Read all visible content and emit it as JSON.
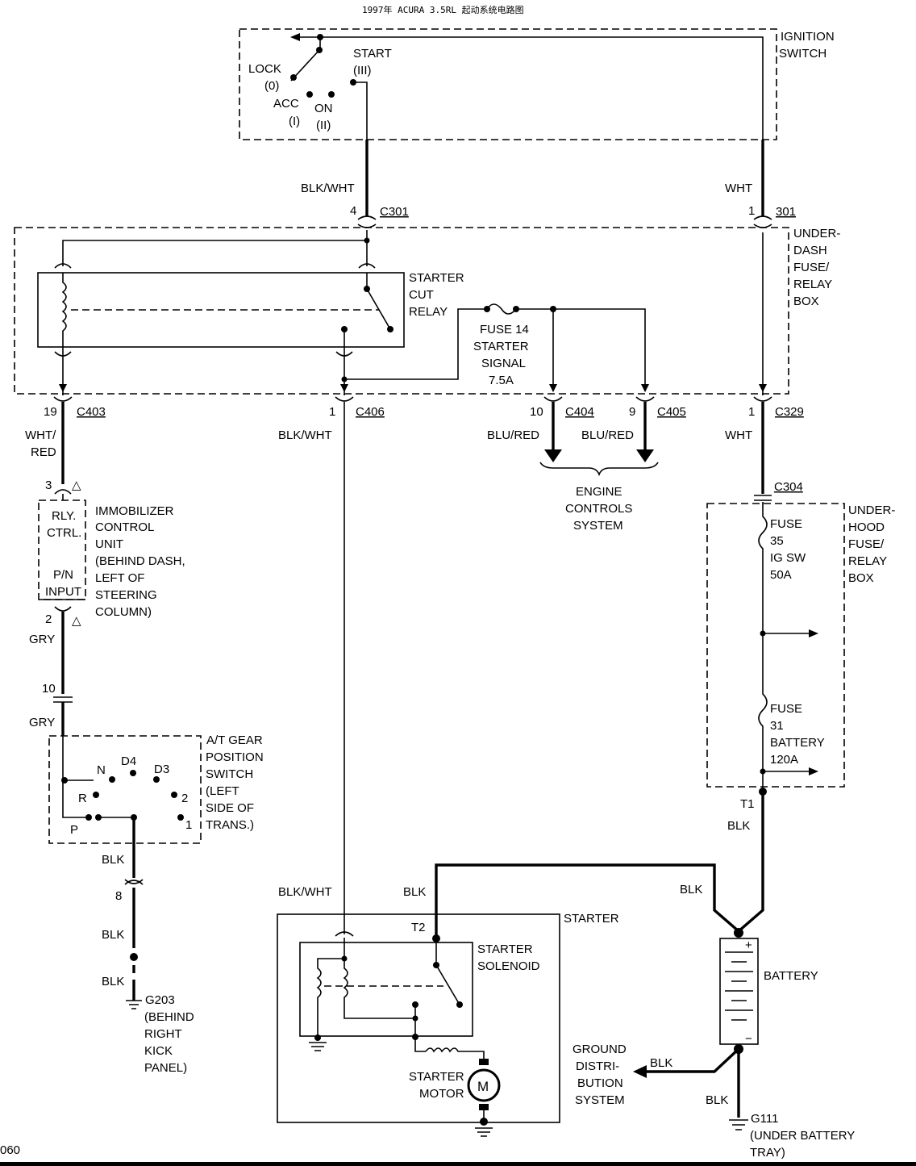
{
  "title": "1997年 ACURA 3.5RL 起动系统电路图",
  "figure_number": "060",
  "ignition_switch": {
    "label_line1": "IGNITION",
    "label_line2": "SWITCH",
    "start_line1": "START",
    "start_line2": "(III)",
    "lock_line1": "LOCK",
    "lock_line2": "(0)",
    "acc_line1": "ACC",
    "acc_line2": "(I)",
    "on_line1": "ON",
    "on_line2": "(II)"
  },
  "top_wires": {
    "left_color": "BLK/WHT",
    "left_pin": "4",
    "left_connector": "C301",
    "right_color": "WHT",
    "right_pin": "1",
    "right_connector": "301"
  },
  "underdash_box": {
    "line1": "UNDER-",
    "line2": "DASH",
    "line3": "FUSE/",
    "line4": "RELAY",
    "line5": "BOX",
    "relay_line1": "STARTER",
    "relay_line2": "CUT",
    "relay_line3": "RELAY",
    "fuse_line1": "FUSE 14",
    "fuse_line2": "STARTER",
    "fuse_line3": "SIGNAL",
    "fuse_line4": "7.5A"
  },
  "connectors_row2": {
    "c403_pin": "19",
    "c403": "C403",
    "c406_pin": "1",
    "c406": "C406",
    "c404_pin": "10",
    "c404": "C404",
    "c405_pin": "9",
    "c405": "C405",
    "c329_pin": "1",
    "c329": "C329"
  },
  "wire_colors_row2": {
    "a_line1": "WHT/",
    "a_line2": "RED",
    "b": "BLK/WHT",
    "c": "BLU/RED",
    "d": "BLU/RED",
    "e": "WHT"
  },
  "engine_controls": {
    "line1": "ENGINE",
    "line2": "CONTROLS",
    "line3": "SYSTEM"
  },
  "immobilizer": {
    "pin_top": "3",
    "pin_bottom": "2",
    "delta": "△",
    "rly_line1": "RLY.",
    "rly_line2": "CTRL.",
    "pn_line1": "P/N",
    "pn_line2": "INPUT",
    "label_line1": "IMMOBILIZER",
    "label_line2": "CONTROL",
    "label_line3": "UNIT",
    "label_line4": "(BEHIND DASH,",
    "label_line5": "LEFT OF",
    "label_line6": "STEERING",
    "label_line7": "COLUMN)"
  },
  "gear_switch": {
    "wire_gry_1": "GRY",
    "pin_10": "10",
    "wire_gry_2": "GRY",
    "label_line1": "A/T GEAR",
    "label_line2": "POSITION",
    "label_line3": "SWITCH",
    "label_line4": "(LEFT",
    "label_line5": "SIDE OF",
    "label_line6": "TRANS.)",
    "pos_n": "N",
    "pos_d4": "D4",
    "pos_d3": "D3",
    "pos_r": "R",
    "pos_2": "2",
    "pos_p": "P",
    "pos_1": "1",
    "wire_blk_1": "BLK",
    "pin_8": "8",
    "wire_blk_2": "BLK",
    "wire_blk_3": "BLK"
  },
  "ground_g203": {
    "line1": "G203",
    "line2": "(BEHIND",
    "line3": "RIGHT",
    "line4": "KICK",
    "line5": "PANEL)"
  },
  "underhood_box": {
    "connector": "C304",
    "line1": "UNDER-",
    "line2": "HOOD",
    "line3": "FUSE/",
    "line4": "RELAY",
    "line5": "BOX",
    "fuse35_line1": "FUSE",
    "fuse35_line2": "35",
    "fuse35_line3": "IG SW",
    "fuse35_line4": "50A",
    "fuse31_line1": "FUSE",
    "fuse31_line2": "31",
    "fuse31_line3": "BATTERY",
    "fuse31_line4": "120A"
  },
  "battery_area": {
    "t1": "T1",
    "wire_blk_1": "BLK",
    "wire_blk_2": "BLK",
    "battery": "BATTERY",
    "plus": "+",
    "minus": "−",
    "wire_blk_3": "BLK",
    "wire_blk_4": "BLK",
    "ground_line1": "GROUND",
    "ground_line2": "DISTRI-",
    "ground_line3": "BUTION",
    "ground_line4": "SYSTEM",
    "g111_line1": "G111",
    "g111_line2": "(UNDER BATTERY",
    "g111_line3": "TRAY)"
  },
  "starter": {
    "label": "STARTER",
    "wire_blkwht": "BLK/WHT",
    "wire_blk": "BLK",
    "t2": "T2",
    "solenoid_line1": "STARTER",
    "solenoid_line2": "SOLENOID",
    "motor_line1": "STARTER",
    "motor_line2": "MOTOR",
    "motor_symbol": "M"
  }
}
